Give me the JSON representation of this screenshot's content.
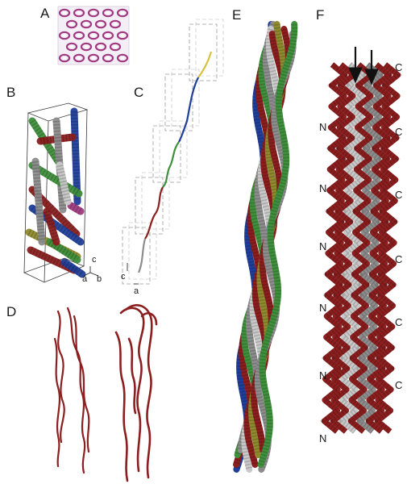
{
  "panels": {
    "A": {
      "label": "A"
    },
    "B": {
      "label": "B",
      "axes": {
        "c": "c",
        "a": "a",
        "b": "b"
      }
    },
    "C": {
      "label": "C",
      "axes": {
        "c": "c",
        "a": "a"
      }
    },
    "D": {
      "label": "D"
    },
    "E": {
      "label": "E"
    },
    "F": {
      "label": "F",
      "n_label": "N",
      "c_label": "C"
    }
  },
  "colors": {
    "red": "#8b1e1e",
    "blue": "#1f3f9a",
    "green": "#3f8f3c",
    "gray": "#8d8d8d",
    "light_gray": "#c9c9c9",
    "olive": "#8f8a2e",
    "magenta": "#a0397f",
    "purple": "#7a4aa0",
    "yellow": "#d8c03a"
  }
}
